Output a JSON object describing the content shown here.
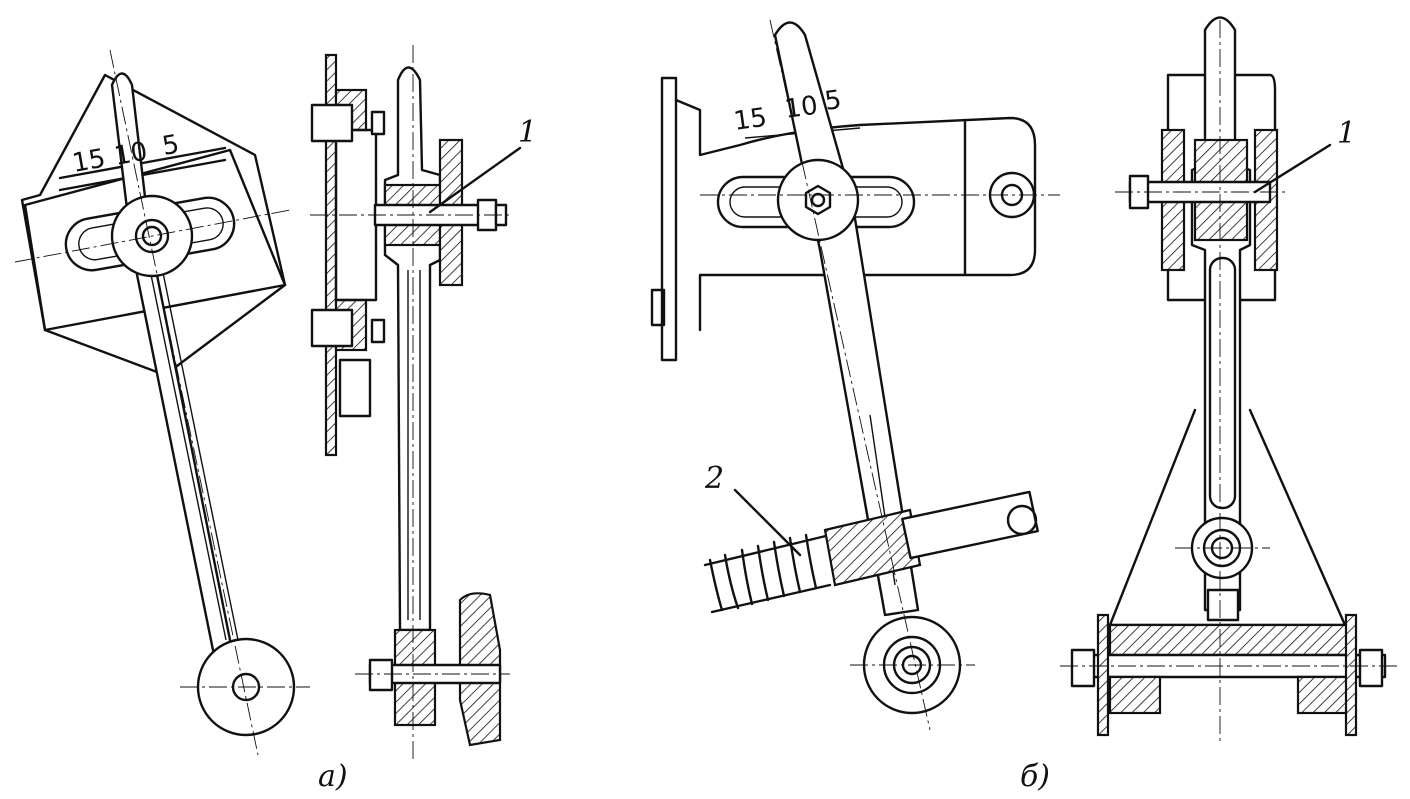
{
  "figure_a": {
    "caption": "а)",
    "scale_marks": [
      "15",
      "10",
      "5"
    ],
    "callout": "1"
  },
  "figure_b": {
    "caption": "б)",
    "scale_marks": [
      "15",
      "10",
      "5"
    ],
    "callout_1": "1",
    "callout_2": "2"
  }
}
